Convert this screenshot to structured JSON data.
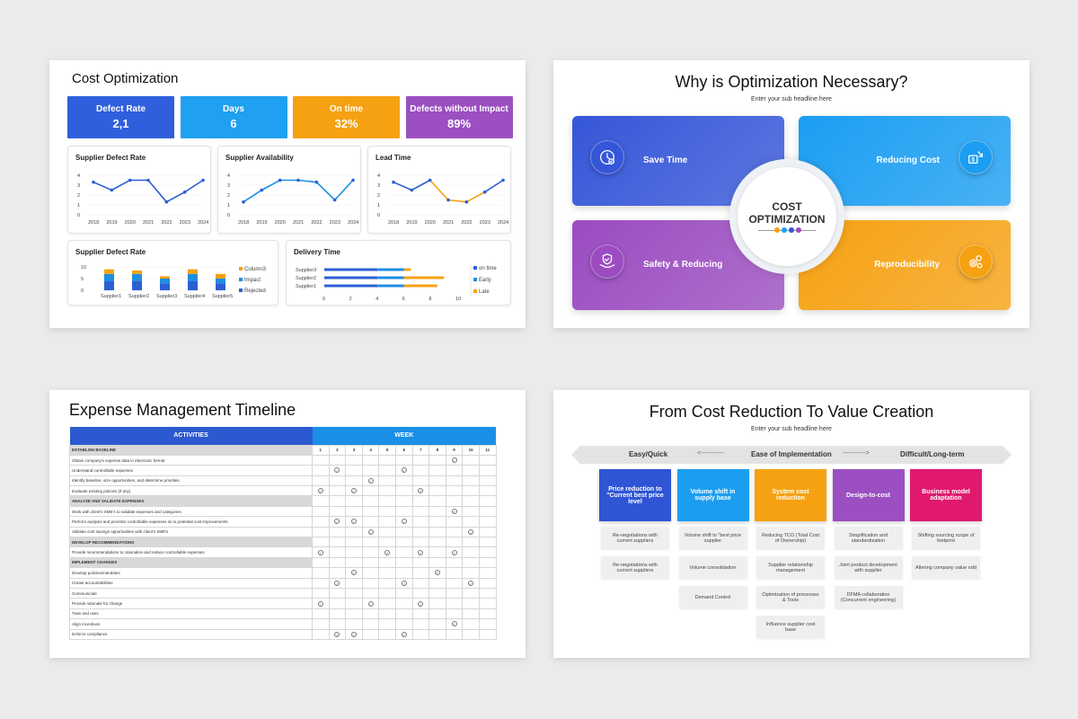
{
  "slide1": {
    "title": "Cost Optimization",
    "kpis": [
      {
        "label": "Defect Rate",
        "value": "2,1",
        "color": "#2f5fdc"
      },
      {
        "label": "Days",
        "value": "6",
        "color": "#1fa0f0"
      },
      {
        "label": "On time",
        "value": "32%",
        "color": "#f5a112"
      },
      {
        "label": "Defects without Impact",
        "value": "89%",
        "color": "#9b4fc0"
      }
    ],
    "chart_data": [
      {
        "type": "line",
        "title": "Supplier Defect Rate",
        "x": [
          "2018",
          "2019",
          "2020",
          "2021",
          "2022",
          "2023",
          "2024"
        ],
        "ylim": [
          0,
          4
        ],
        "yticks": [
          "4",
          "3",
          "2",
          "1",
          "0"
        ],
        "series": [
          {
            "values": [
              3.3,
              2.5,
              3.5,
              3.5,
              1.3,
              2.3,
              3.5
            ],
            "color": "#2c5fd2"
          }
        ]
      },
      {
        "type": "line",
        "title": "Supplier Availability",
        "x": [
          "2018",
          "2019",
          "2020",
          "2021",
          "2022",
          "2023",
          "2024"
        ],
        "ylim": [
          0,
          4
        ],
        "yticks": [
          "4",
          "3",
          "2",
          "1",
          "0"
        ],
        "series": [
          {
            "values": [
              1.3,
              2.5,
              3.5,
              3.5,
              3.3,
              1.5,
              3.5
            ],
            "color": "#1d8fe0"
          }
        ]
      },
      {
        "type": "line",
        "title": "Lead Time",
        "x": [
          "2018",
          "2019",
          "2020",
          "2021",
          "2022",
          "2023",
          "2024"
        ],
        "ylim": [
          0,
          4
        ],
        "yticks": [
          "4",
          "3",
          "2",
          "1",
          "0"
        ],
        "series": [
          {
            "values": [
              3.3,
              2.5,
              3.5,
              1.5,
              1.3,
              2.3,
              3.5
            ],
            "color": "#f5a112"
          },
          {
            "values": [
              3.3,
              2.5,
              3.5,
              1.5,
              1.3,
              2.3,
              3.5
            ],
            "color": "#2c5fd2"
          }
        ]
      },
      {
        "type": "bar",
        "title": "Supplier Defect Rate",
        "categories": [
          "Supplier1",
          "Supplier2",
          "Supplier3",
          "Supplier4",
          "Supplier5"
        ],
        "ylim": [
          0,
          10
        ],
        "yticks": [
          "10",
          "5",
          "0"
        ],
        "series": [
          {
            "name": "Column3",
            "values": [
              2,
              1.5,
              1,
              2,
              2
            ],
            "color": "#f5a112"
          },
          {
            "name": "Impact",
            "values": [
              3,
              3,
              2,
              3,
              2
            ],
            "color": "#1d8fe0"
          },
          {
            "name": "Rejected",
            "values": [
              4,
              4,
              3,
              4,
              3
            ],
            "color": "#2c5fd2"
          }
        ]
      },
      {
        "type": "bar",
        "title": "Delivery Time",
        "categories": [
          "Supplier3",
          "Supplier2",
          "Supplier1"
        ],
        "xlim": [
          0,
          10
        ],
        "xticks": [
          "0",
          "2",
          "4",
          "6",
          "8",
          "10"
        ],
        "series": [
          {
            "name": "on time",
            "values": [
              4,
              4,
              4
            ],
            "color": "#2c5fd2"
          },
          {
            "name": "Early",
            "values": [
              2,
              2,
              2
            ],
            "color": "#1d8fe0"
          },
          {
            "name": "Late",
            "values": [
              0.5,
              3,
              2.5
            ],
            "color": "#f5a112"
          }
        ]
      }
    ]
  },
  "slide2": {
    "title": "Why is Optimization Necessary?",
    "subtitle": "Enter your sub headline here",
    "center": "COST\nOPTIMIZATION",
    "center_line1": "COST",
    "center_line2": "OPTIMIZATION",
    "panels": [
      {
        "label": "Save Time",
        "icon": "clock-check-icon",
        "color": "#3556d8"
      },
      {
        "label": "Reducing Cost",
        "icon": "money-down-icon",
        "color": "#1b9ef2"
      },
      {
        "label": "Safety & Reducing",
        "icon": "hand-shield-icon",
        "color": "#9a4cc0"
      },
      {
        "label": "Reproducibility",
        "icon": "gears-icon",
        "color": "#f5a112"
      }
    ]
  },
  "slide3": {
    "title": "Expense Management Timeline",
    "activities_header": "ACTIVITIES",
    "week_header": "WEEK",
    "weeks": [
      "1",
      "2",
      "3",
      "4",
      "5",
      "6",
      "7",
      "8",
      "9",
      "10",
      "11"
    ],
    "rows": [
      {
        "section": "ESTABLISH BASELINE"
      },
      {
        "label": "Obtain company's expense data in electronic format",
        "checks": [
          9
        ]
      },
      {
        "label": "Understand controllable expenses",
        "checks": [
          2,
          6
        ]
      },
      {
        "label": "Identify baseline, size opportunities, and determine priorities",
        "checks": [
          4
        ]
      },
      {
        "label": "Evaluate existing policies (if any)",
        "checks": [
          1,
          3,
          7
        ]
      },
      {
        "section": "ANALYZE AND VALIDATE EXPENSES"
      },
      {
        "label": "Work with client's SME's to validate expenses and categories",
        "checks": [
          9
        ]
      },
      {
        "label": "Perform analysis and prioritize controllable expenses as to potential cost improvements",
        "checks": [
          2,
          3,
          6
        ]
      },
      {
        "label": "Validate cost savings opportunities with client's SME's",
        "checks": [
          4,
          10
        ]
      },
      {
        "section": "DEVELOP RECOMMENDATIONS"
      },
      {
        "label": "Provide recommendations to rationalize and reduce controllable expenses",
        "checks": [
          1,
          5,
          7,
          9
        ]
      },
      {
        "section": "IMPLEMENT CHANGES"
      },
      {
        "label": "Develop policies/mandates",
        "checks": [
          3,
          8
        ]
      },
      {
        "label": "Create accountabilities",
        "checks": [
          2,
          6,
          10
        ]
      },
      {
        "label": "Communicate",
        "checks": []
      },
      {
        "label": "Provide rationale for change",
        "checks": [
          1,
          4,
          7
        ]
      },
      {
        "label": "Train and uses",
        "checks": []
      },
      {
        "label": "Align incentives",
        "checks": [
          9
        ]
      },
      {
        "label": "Enforce compliance",
        "checks": [
          2,
          3,
          6
        ]
      }
    ]
  },
  "slide4": {
    "title": "From Cost Reduction To Value Creation",
    "subtitle": "Enter your sub headline here",
    "arrow_left": "Easy/Quick",
    "arrow_mid": "Ease of Implementation",
    "arrow_right": "Difficult/Long-term",
    "arrow_dots_left": "<-----------",
    "arrow_dots_right": "----------->",
    "columns": [
      {
        "label": "Price reduction to \"Current best price level",
        "color": "#2f55d4",
        "items": [
          "Re-negotiations with current suppliers",
          "Re-negotiations with current suppliers"
        ]
      },
      {
        "label": "Volume shift in supply base",
        "color": "#1c9ef0",
        "items": [
          "Volume shift to \"best price supplier",
          "Volume consolidation",
          "Demand Control"
        ]
      },
      {
        "label": "System cost reduction",
        "color": "#f5a112",
        "items": [
          "Reducing TCO (Total Cost of Ownership)",
          "Supplier relationship management",
          "Optimization of processes & Tools",
          "Influence supplier cost base"
        ]
      },
      {
        "label": "Design-to-cost",
        "color": "#9b4fc0",
        "items": [
          "Simplification and standardization",
          "Joint product development with supplier",
          "DFMA collaboration (Concurrent engineering)"
        ]
      },
      {
        "label": "Business model adaptation",
        "color": "#e0196e",
        "items": [
          "Shifting sourcing scope of footprint",
          "Altering company value odd"
        ]
      }
    ]
  }
}
